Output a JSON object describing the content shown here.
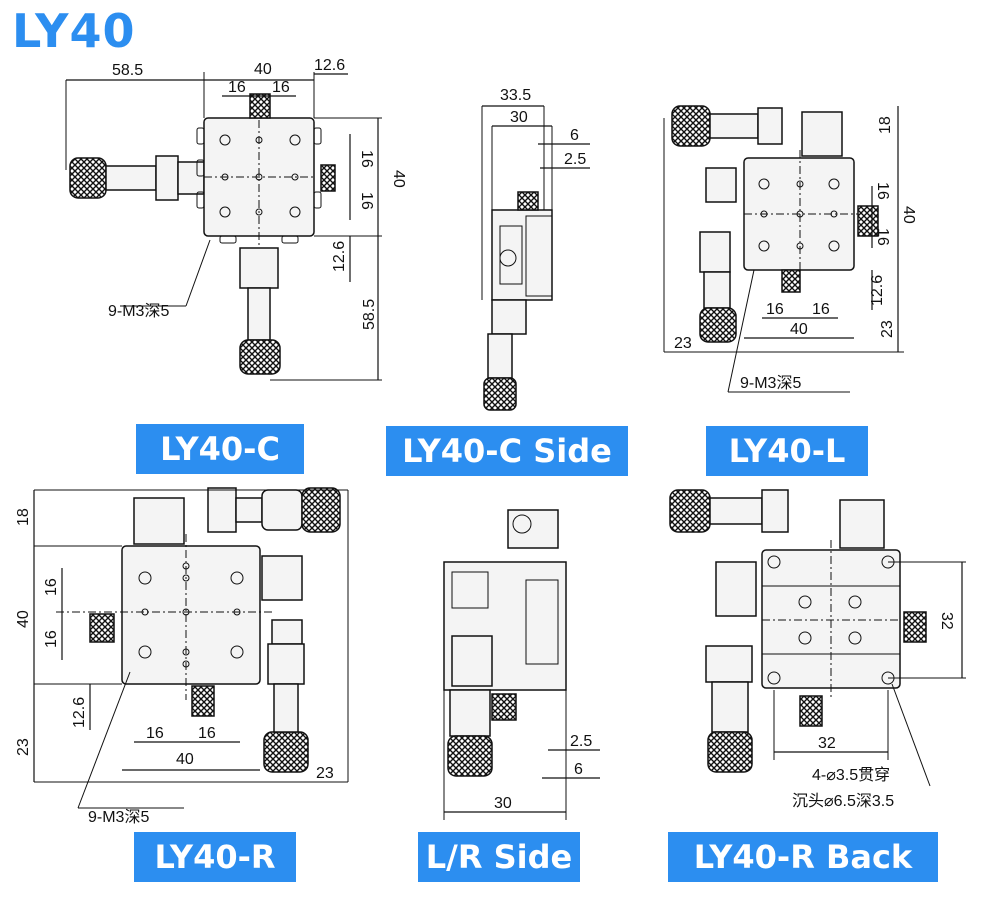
{
  "title": "LY40",
  "captions": {
    "c": "LY40-C",
    "c_side": "LY40-C Side",
    "l": "LY40-L",
    "r": "LY40-R",
    "lr_side": "L/R Side",
    "r_back": "LY40-R Back"
  },
  "dimensions": {
    "c": {
      "left": "58.5",
      "width": "40",
      "half_left": "16",
      "half_right": "16",
      "offset": "12.6",
      "height": "40",
      "v16a": "16",
      "v16b": "16",
      "v12": "12.6",
      "v585": "58.5",
      "holes": "9-M3深5"
    },
    "c_side": {
      "d335": "33.5",
      "d30": "30",
      "d6": "6",
      "d25": "2.5"
    },
    "l": {
      "d18": "18",
      "d40v": "40",
      "d16a": "16",
      "d16b": "16",
      "d126": "12.6",
      "d23v": "23",
      "d23h": "23",
      "h16a": "16",
      "h16b": "16",
      "h40": "40",
      "holes": "9-M3深5"
    },
    "r": {
      "d18": "18",
      "d40": "40",
      "d16a": "16",
      "d16b": "16",
      "d126": "12.6",
      "d23": "23",
      "h16a": "16",
      "h16b": "16",
      "h40": "40",
      "h23": "23",
      "holes": "9-M3深5"
    },
    "lr_side": {
      "d25": "2.5",
      "d6": "6",
      "d30": "30"
    },
    "r_back": {
      "d32v": "32",
      "d32h": "32",
      "note1": "4-⌀3.5贯穿",
      "note2": "沉头⌀6.5深3.5"
    }
  }
}
